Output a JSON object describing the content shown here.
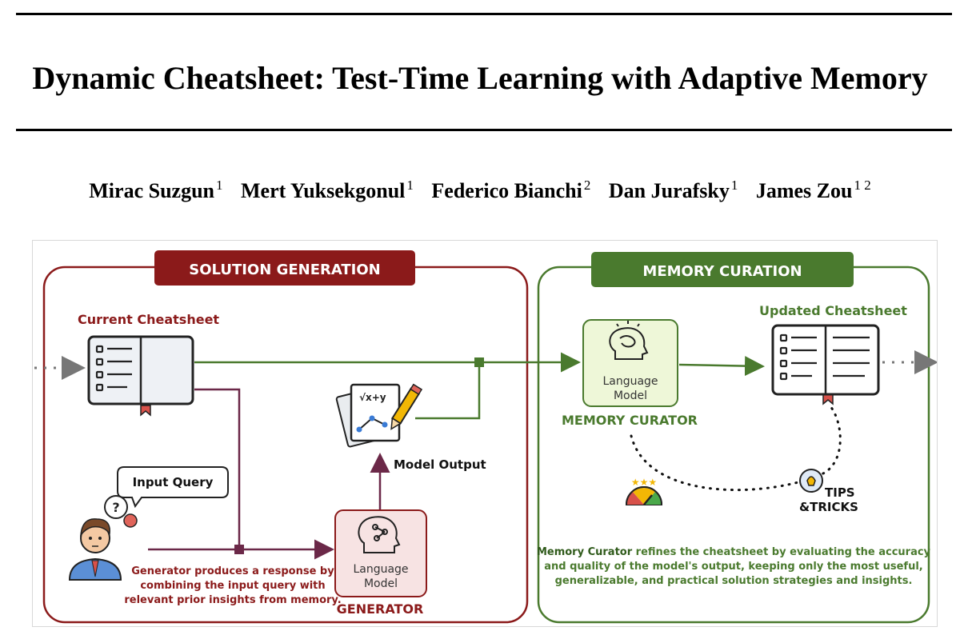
{
  "paper": {
    "title": "Dynamic Cheatsheet: Test-Time Learning with Adaptive Memory",
    "authors": [
      {
        "name": "Mirac Suzgun",
        "affil": "1"
      },
      {
        "name": "Mert Yuksekgonul",
        "affil": "1"
      },
      {
        "name": "Federico Bianchi",
        "affil": "2"
      },
      {
        "name": "Dan Jurafsky",
        "affil": "1"
      },
      {
        "name": "James Zou",
        "affil": "1 2"
      }
    ]
  },
  "figure": {
    "colors": {
      "red": "#8b1a1a",
      "green": "#4a7a2e",
      "purple": "#6b2848"
    },
    "solution_generation": {
      "header": "SOLUTION GENERATION",
      "current_cheatsheet": "Current Cheatsheet",
      "input_query": "Input Query",
      "model_output": "Model Output",
      "lm_line1": "Language",
      "lm_line2": "Model",
      "role": "GENERATOR",
      "desc_bold": "Generator",
      "desc_line1": " produces a response by",
      "desc_line2": "combining the input query with",
      "desc_line3": "relevant prior insights from memory."
    },
    "memory_curation": {
      "header": "MEMORY CURATION",
      "updated_cheatsheet": "Updated Cheatsheet",
      "lm_line1": "Language",
      "lm_line2": "Model",
      "role": "MEMORY CURATOR",
      "tips_line1": "TIPS",
      "tips_line2": "&TRICKS",
      "desc_bold": "Memory Curator",
      "desc_line1": " refines the cheatsheet by evaluating the accuracy",
      "desc_line2": "and quality of the model's output, keeping only the most useful,",
      "desc_line3": "generalizable, and practical solution strategies and insights."
    }
  }
}
